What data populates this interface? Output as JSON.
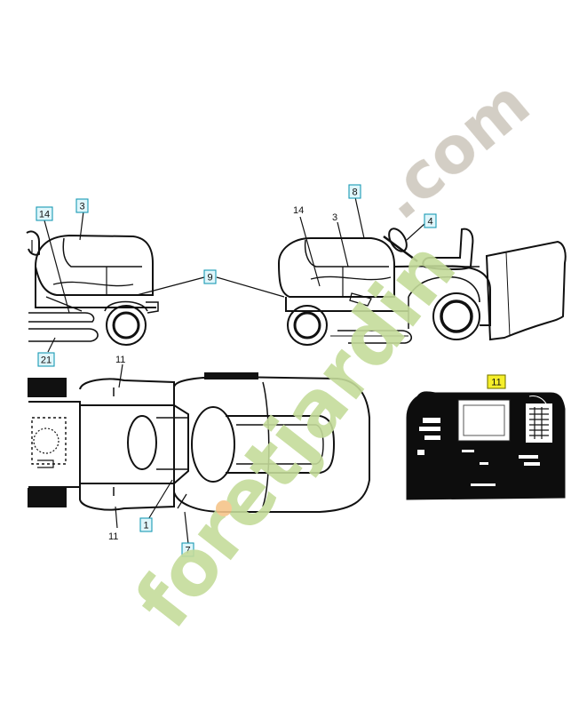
{
  "callouts": {
    "c14_left": "14",
    "c3_left": "3",
    "c9": "9",
    "c21": "21",
    "c8": "8",
    "c4": "4",
    "c11_decal": "11",
    "c1": "1",
    "c7": "7"
  },
  "labels": {
    "l14_right": "14",
    "l3_right": "3",
    "l11_top": "11",
    "l11_bottom": "11"
  },
  "watermark": {
    "text_main": "foretjardin",
    "text_dot": ".com",
    "color_green": "#c4dc9a",
    "color_orange": "#f5c48a",
    "color_gray": "#cfc9bf"
  },
  "colors": {
    "line": "#111111",
    "callout_fill": "#dff6fb",
    "callout_stroke": "#1a9ab5",
    "highlight_fill": "#f6ef2a"
  }
}
